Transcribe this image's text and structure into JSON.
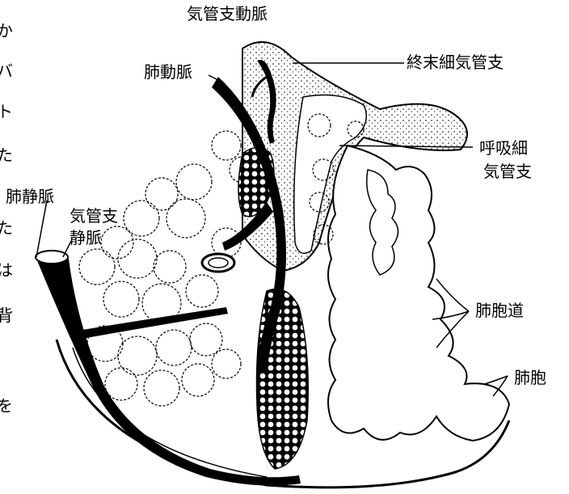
{
  "labels": {
    "bronchial_artery": "気管支動脈",
    "pulmonary_artery": "肺動脈",
    "terminal_bronchiole": "終末細気管支",
    "respiratory_bronchiole_line1": "呼吸細",
    "respiratory_bronchiole_line2": "気管支",
    "pulmonary_vein": "肺静脈",
    "bronchial_vein_line1": "気管支",
    "bronchial_vein_line2": "静脈",
    "alveolar_duct": "肺胞道",
    "alveolus": "肺胞"
  },
  "edge_text": [
    "か",
    "バ",
    "ト",
    "た",
    "た",
    "は",
    "背",
    "を"
  ],
  "colors": {
    "ink": "#000000",
    "background": "#ffffff"
  }
}
